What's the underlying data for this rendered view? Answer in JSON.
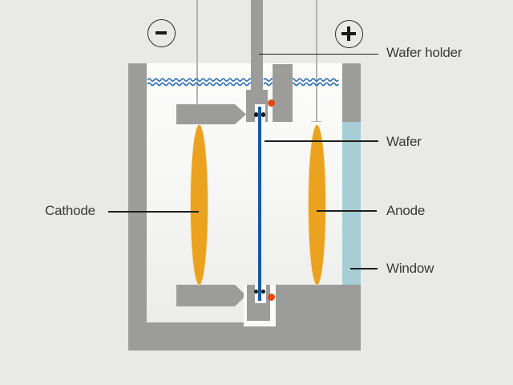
{
  "diagram": {
    "type": "electrochemical-etching-cell",
    "labels": {
      "cathode": "Cathode",
      "wafer_holder": "Wafer holder",
      "wafer": "Wafer",
      "anode": "Anode",
      "window": "Window"
    },
    "terminals": {
      "negative_symbol": "−",
      "positive_symbol": "+"
    },
    "colors": {
      "background": "#E9E9E8",
      "structure_gray": "#9C9C9B",
      "electrode_orange": "#EAA21F",
      "wafer_blue": "#1659A8",
      "electrolyte_wave_blue": "#2B6CB4",
      "window_blue": "#A6CED4",
      "contact_red": "#E3480E",
      "label_text": "#3A3A39"
    }
  }
}
